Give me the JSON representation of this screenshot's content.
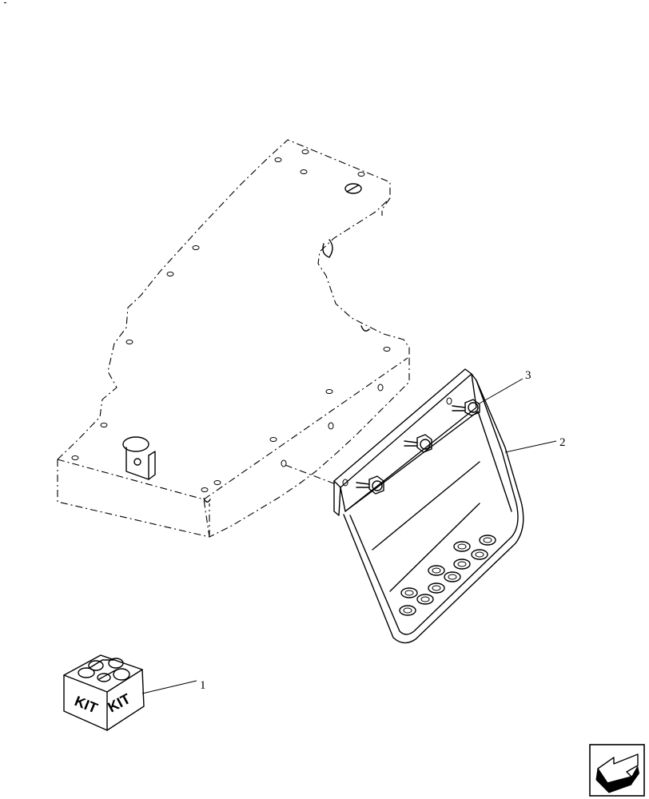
{
  "callouts": [
    {
      "id": "callout-1",
      "text": "1"
    },
    {
      "id": "callout-2",
      "text": "2"
    },
    {
      "id": "callout-3",
      "text": "3"
    }
  ],
  "kit_box": {
    "face_left": "KIT",
    "face_right": "KIT"
  },
  "icons": {
    "corner": "direction-arrow-icon",
    "kit": "kit-box-icon"
  }
}
